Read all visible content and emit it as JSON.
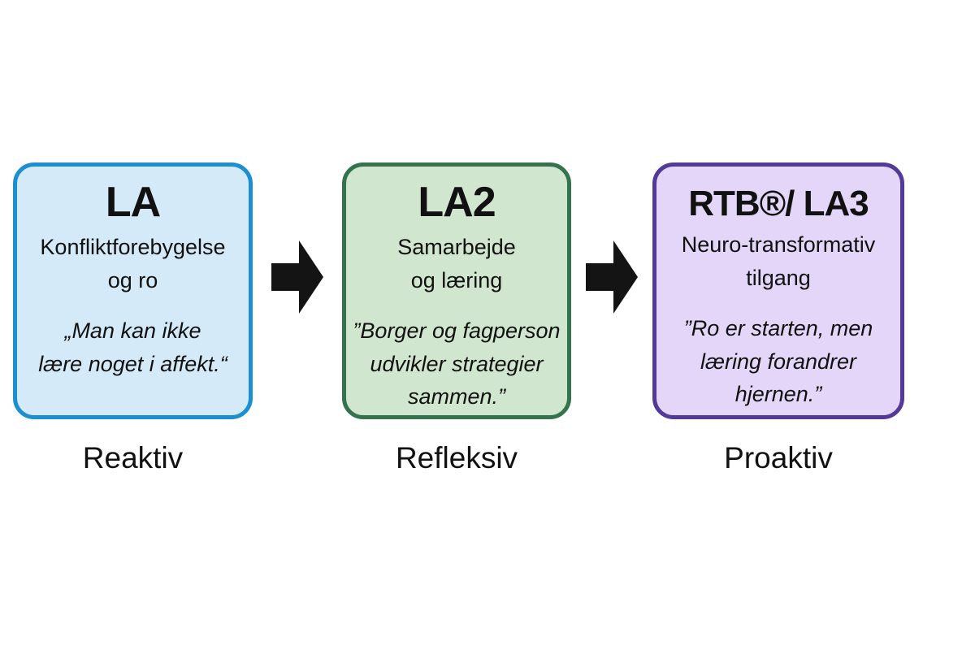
{
  "diagram": {
    "arrow_color": "#141414",
    "boxes": [
      {
        "title": "LA",
        "subtitle": "Konfliktforebygelse\nog ro",
        "quote": "„Man kan ikke\nlære noget i affekt.“",
        "label": "Reaktiv",
        "fill_color": "#d4eaf8",
        "border_color": "#1c8fd0"
      },
      {
        "title": "LA2",
        "subtitle": "Samarbejde\nog læring",
        "quote": "”Borger og fagperson\nudvikler strategier\nsammen.”",
        "label": "Refleksiv",
        "fill_color": "#d1e6cf",
        "border_color": "#34744d"
      },
      {
        "title": "RTB®/ LA3",
        "subtitle": "Neuro-transformativ\ntilgang",
        "quote": "”Ro er starten, men\nlæring forandrer\nhjernen.”",
        "label": "Proaktiv",
        "fill_color": "#e3d6f8",
        "border_color": "#533a99"
      }
    ]
  }
}
